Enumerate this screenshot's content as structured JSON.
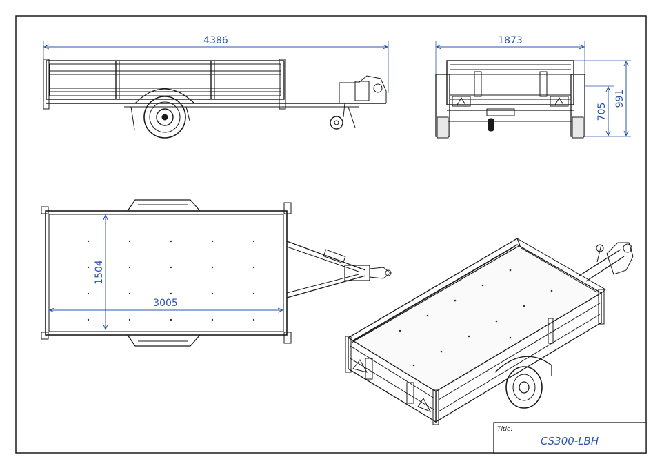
{
  "dimensions": {
    "side_length": "4386",
    "rear_width": "1873",
    "rear_bed_height": "705",
    "rear_total_height": "991",
    "top_bed_width": "1504",
    "top_bed_length": "3005"
  },
  "title_block": {
    "label": "Title:",
    "value": "CS300-LBH"
  },
  "colors": {
    "dimension": "#2b55a8",
    "line": "#1a1a1a"
  }
}
